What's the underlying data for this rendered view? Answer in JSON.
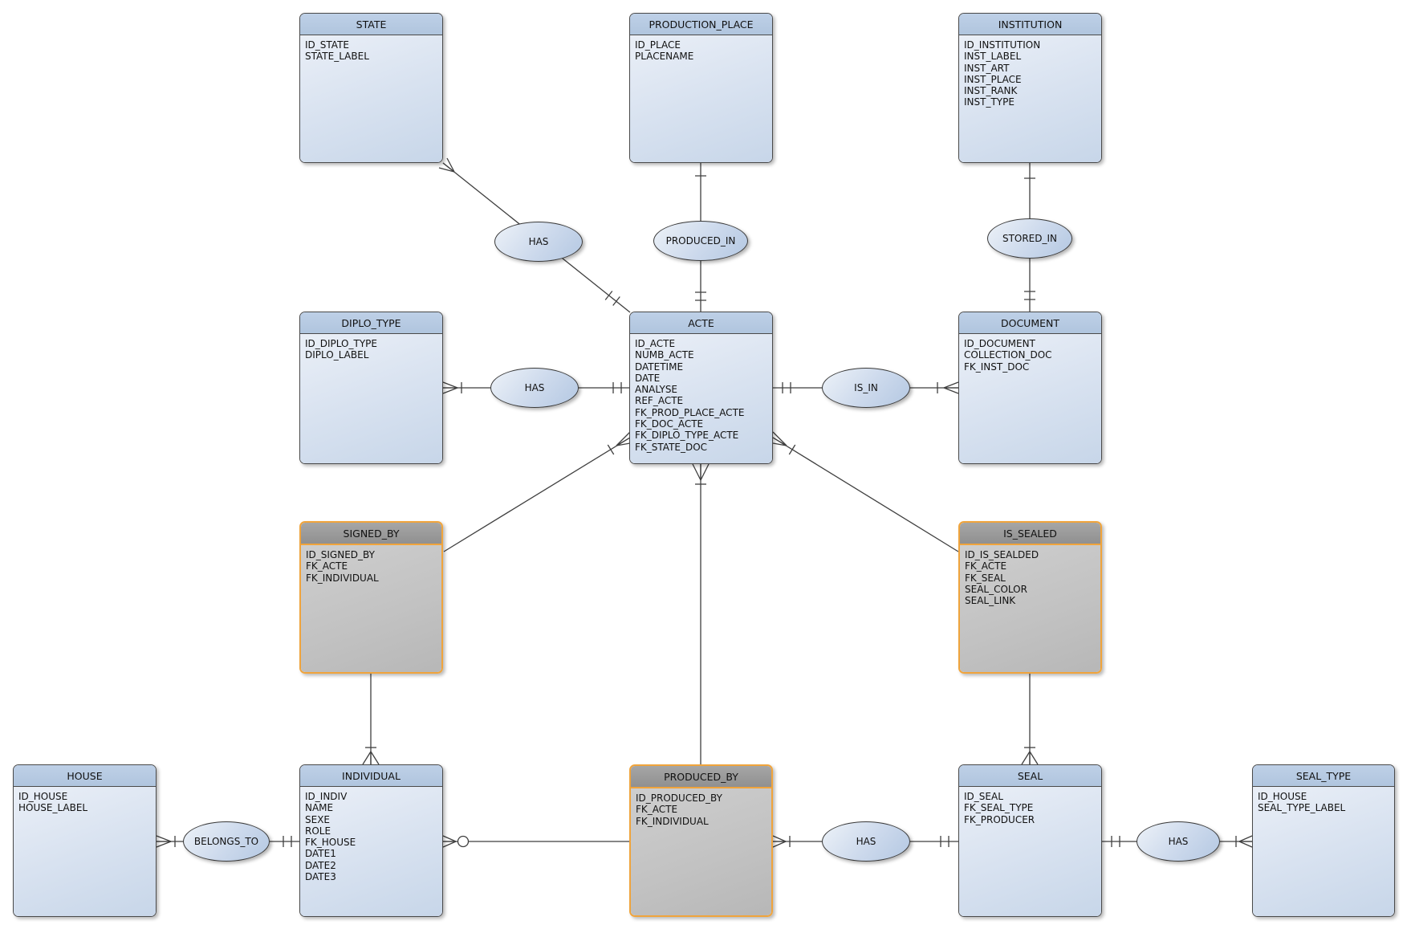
{
  "colors": {
    "entity_header_blue": "#b8cce4",
    "entity_body_blue": "#d8e2f0",
    "entity_header_gray": "#9c9c9c",
    "entity_body_gray": "#c2c2c2",
    "highlight_border_orange": "#f0a43c",
    "connector_line": "#3f3f3f"
  },
  "entities": {
    "state": {
      "name": "STATE",
      "fields": [
        "ID_STATE",
        "STATE_LABEL"
      ]
    },
    "production_place": {
      "name": "PRODUCTION_PLACE",
      "fields": [
        "ID_PLACE",
        "PLACENAME"
      ]
    },
    "institution": {
      "name": "INSTITUTION",
      "fields": [
        "ID_INSTITUTION",
        "INST_LABEL",
        "INST_ART",
        "INST_PLACE",
        "INST_RANK",
        "INST_TYPE"
      ]
    },
    "diplo_type": {
      "name": "DIPLO_TYPE",
      "fields": [
        "ID_DIPLO_TYPE",
        "DIPLO_LABEL"
      ]
    },
    "acte": {
      "name": "ACTE",
      "fields": [
        "ID_ACTE",
        "NUMB_ACTE",
        "DATETIME",
        "DATE",
        "ANALYSE",
        "REF_ACTE",
        "FK_PROD_PLACE_ACTE",
        "FK_DOC_ACTE",
        "FK_DIPLO_TYPE_ACTE",
        "FK_STATE_DOC"
      ]
    },
    "document": {
      "name": "DOCUMENT",
      "fields": [
        "ID_DOCUMENT",
        "COLLECTION_DOC",
        "FK_INST_DOC"
      ]
    },
    "signed_by": {
      "name": "SIGNED_BY",
      "fields": [
        "ID_SIGNED_BY",
        "FK_ACTE",
        "FK_INDIVIDUAL"
      ]
    },
    "is_sealed": {
      "name": "IS_SEALED",
      "fields": [
        "ID_IS_SEALDED",
        "FK_ACTE",
        "FK_SEAL",
        "SEAL_COLOR",
        "SEAL_LINK"
      ]
    },
    "house": {
      "name": "HOUSE",
      "fields": [
        "ID_HOUSE",
        "HOUSE_LABEL"
      ]
    },
    "individual": {
      "name": "INDIVIDUAL",
      "fields": [
        "ID_INDIV",
        "NAME",
        "SEXE",
        "ROLE",
        "FK_HOUSE",
        "DATE1",
        "DATE2",
        "DATE3"
      ]
    },
    "produced_by": {
      "name": "PRODUCED_BY",
      "fields": [
        "ID_PRODUCED_BY",
        "FK_ACTE",
        "FK_INDIVIDUAL"
      ]
    },
    "seal": {
      "name": "SEAL",
      "fields": [
        "ID_SEAL",
        "FK_SEAL_TYPE",
        "FK_PRODUCER"
      ]
    },
    "seal_type": {
      "name": "SEAL_TYPE",
      "fields": [
        "ID_HOUSE",
        "SEAL_TYPE_LABEL"
      ]
    }
  },
  "relationships": {
    "has_state_acte": {
      "label": "HAS"
    },
    "produced_in": {
      "label": "PRODUCED_IN"
    },
    "stored_in": {
      "label": "STORED_IN"
    },
    "has_diplo_acte": {
      "label": "HAS"
    },
    "is_in": {
      "label": "IS_IN"
    },
    "belongs_to": {
      "label": "BELONGS_TO"
    },
    "has_producedby_seal": {
      "label": "HAS"
    },
    "has_seal_sealtype": {
      "label": "HAS"
    }
  }
}
